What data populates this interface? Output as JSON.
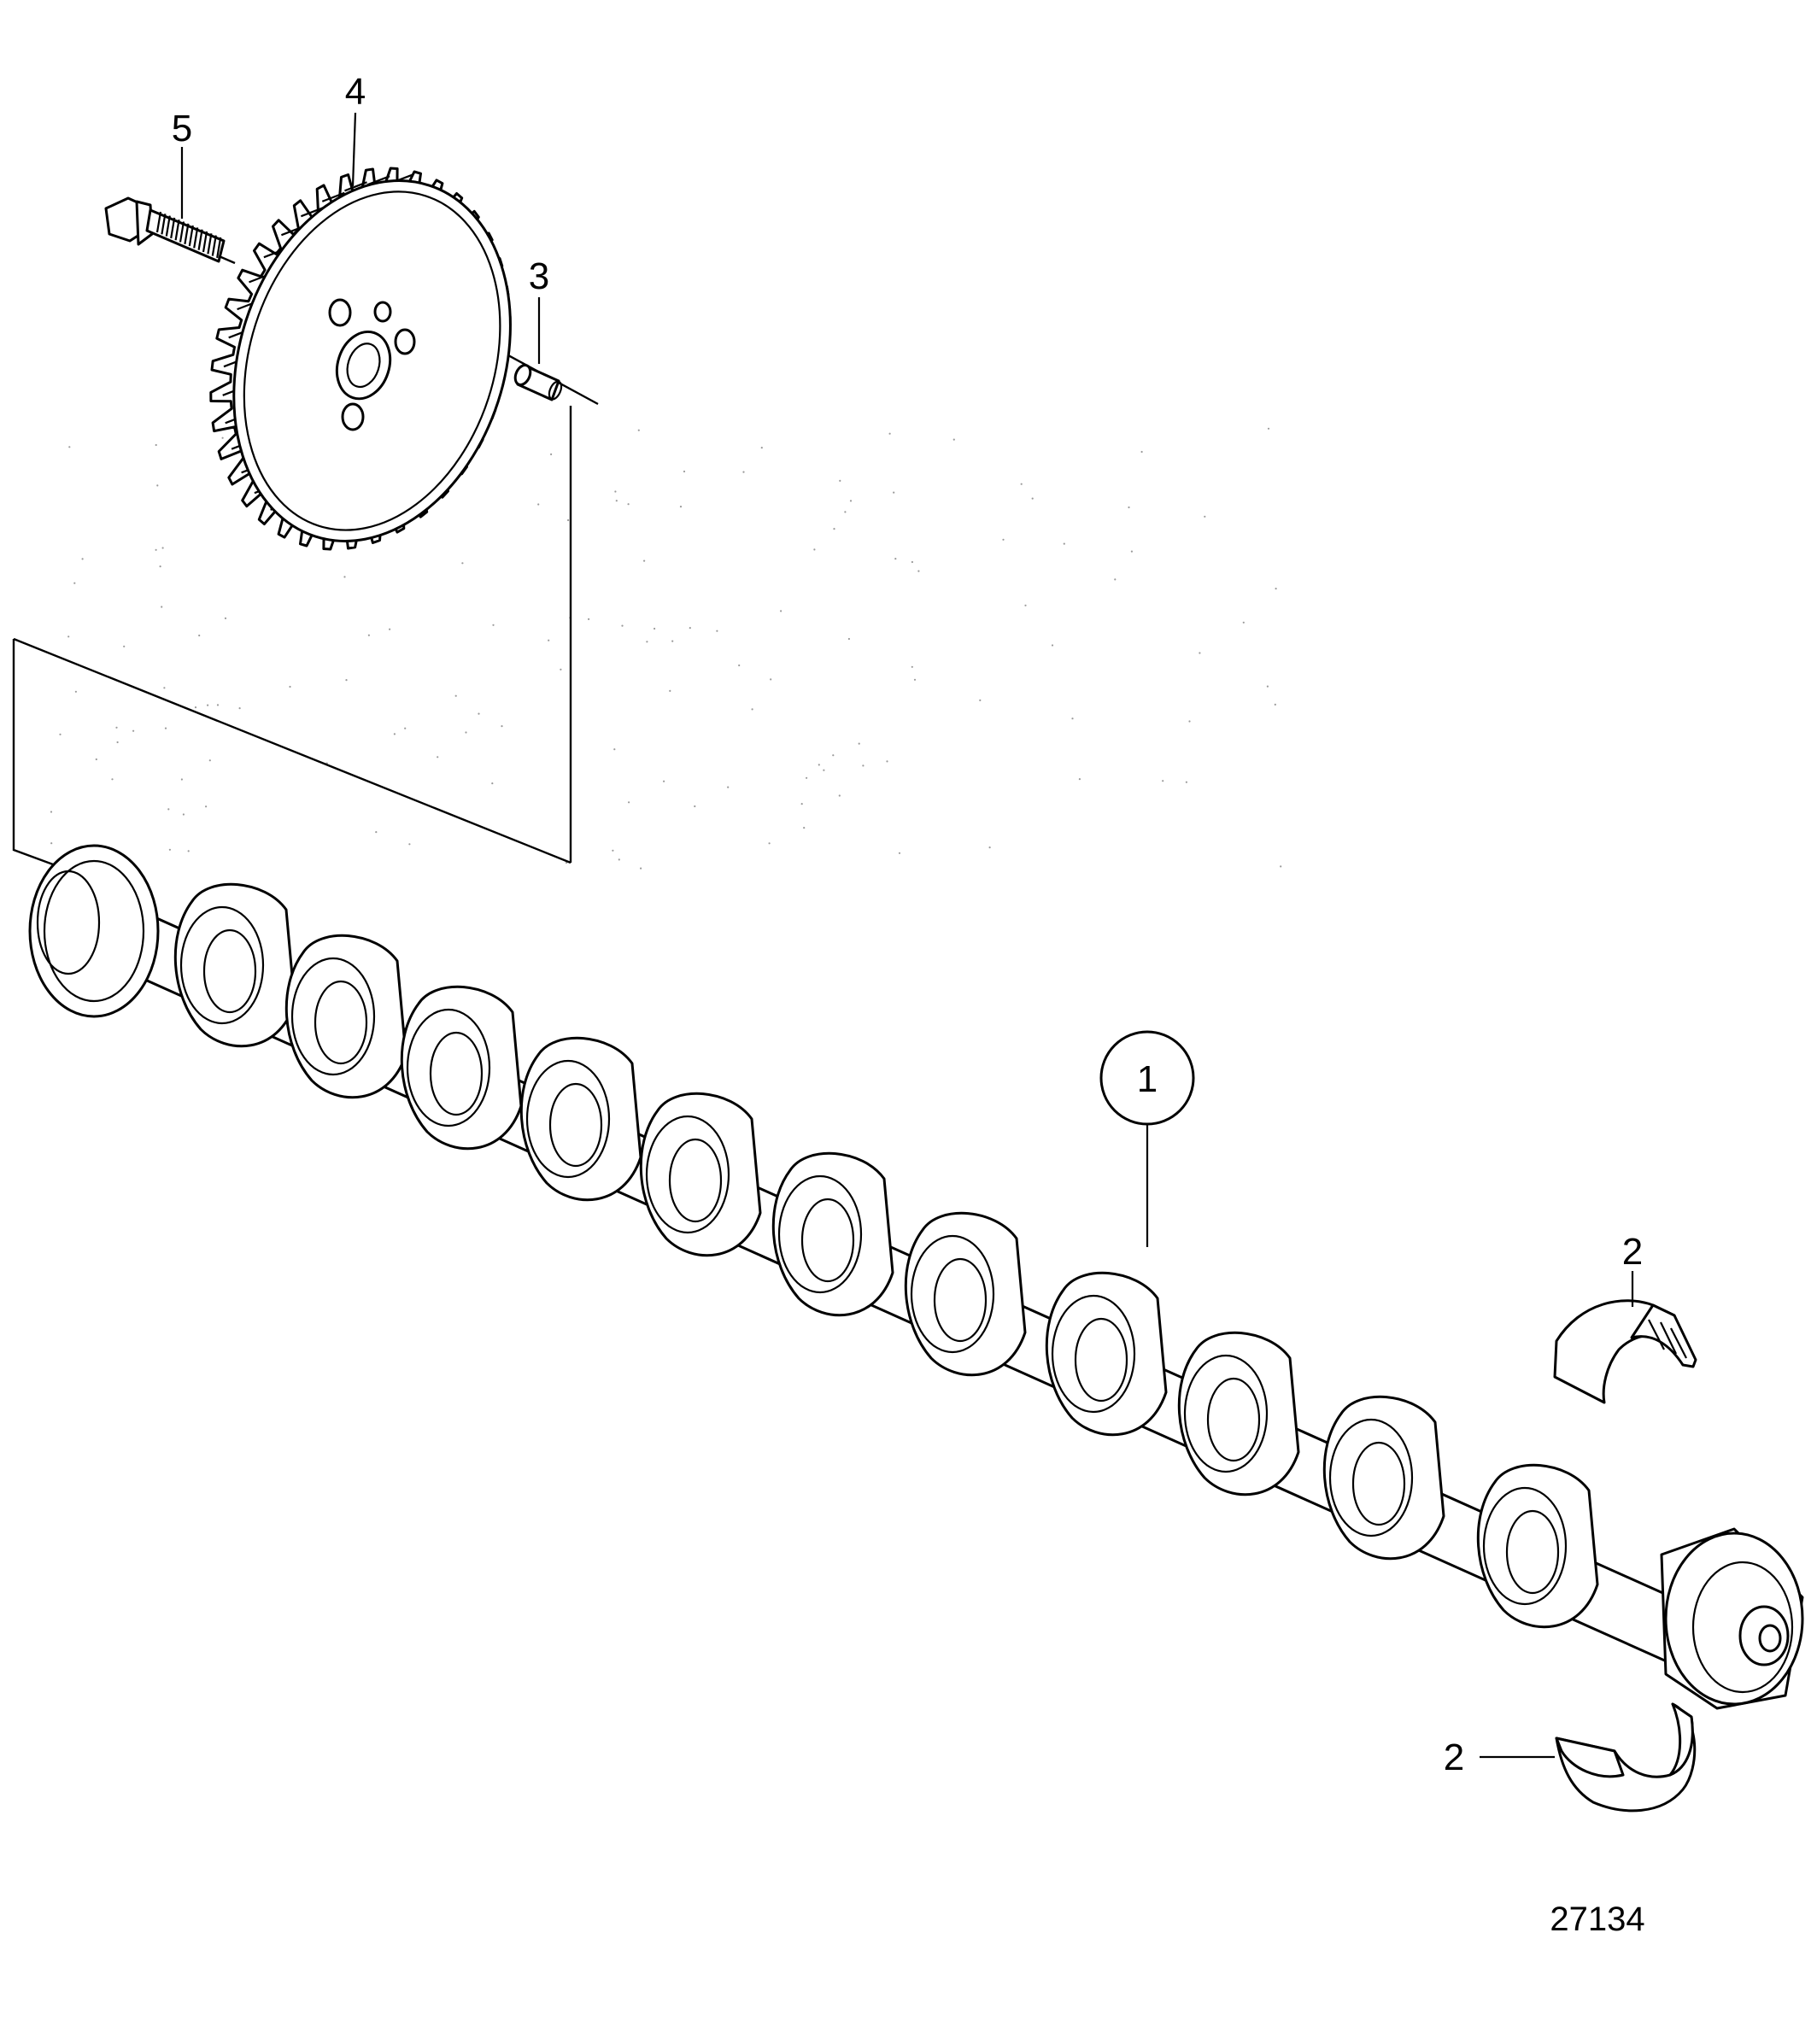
{
  "callouts": [
    {
      "id": "1",
      "label": "1",
      "part": "camshaft",
      "circled": true
    },
    {
      "id": "2a",
      "label": "2",
      "part": "bearing-shell-upper",
      "circled": false
    },
    {
      "id": "2b",
      "label": "2",
      "part": "bearing-shell-lower",
      "circled": false
    },
    {
      "id": "3",
      "label": "3",
      "part": "guide-pin",
      "circled": false
    },
    {
      "id": "4",
      "label": "4",
      "part": "camshaft-gear",
      "circled": false
    },
    {
      "id": "5",
      "label": "5",
      "part": "flange-bolt",
      "circled": false
    }
  ],
  "drawing_number": "27134"
}
